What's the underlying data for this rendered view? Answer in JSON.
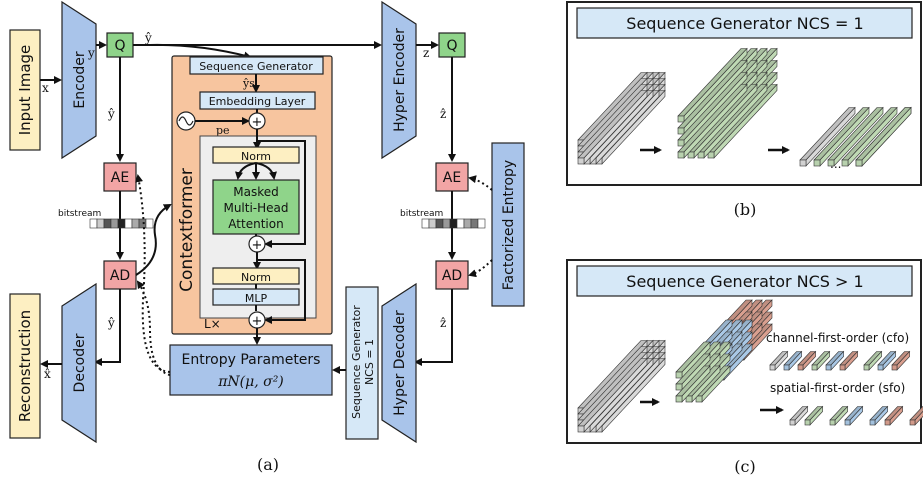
{
  "colors": {
    "blue": "#a9c4ea",
    "yellow": "#fdefc2",
    "red": "#f2a5a5",
    "green": "#8fd48a",
    "orange": "#f7c59f",
    "light_blue": "#d6e8f7",
    "gray": "#eeeeee",
    "cube_green": "#bfd9b4",
    "cube_blue": "#a9c8e6",
    "cube_red": "#d99f8f",
    "cube_gray": "#d9d9d9"
  },
  "panel_a": {
    "input_image": "Input Image",
    "encoder": "Encoder",
    "quantizer": "Q",
    "y": "y",
    "x": "x",
    "y_hat": "ŷ",
    "ae": "AE",
    "ad": "AD",
    "bitstream": "bitstream",
    "decoder": "Decoder",
    "reconstruction": "Reconstruction",
    "x_hat": "x̂",
    "sequence_generator": "Sequence Generator",
    "y_hat_s": "ŷs",
    "embedding_layer": "Embedding Layer",
    "p_e": "pe",
    "plus": "+",
    "contextformer": "Contextformer",
    "norm": "Norm",
    "masked": "Masked",
    "multi_head": "Multi-Head",
    "attention": "Attention",
    "mlp": "MLP",
    "l_times": "L×",
    "entropy_parameters": "Entropy Parameters",
    "entropy_formula": "πN(μ, σ²)",
    "hyper_encoder": "Hyper Encoder",
    "z": "z",
    "z_hat": "ẑ",
    "factorized_entropy": "Factorized Entropy",
    "hyper_decoder": "Hyper Decoder",
    "sg_vertical_line1": "Sequence Generator",
    "sg_vertical_line2": "NCS = 1",
    "caption": "(a)"
  },
  "panel_b": {
    "title": "Sequence Generator NCS = 1",
    "ellipsis": "...",
    "caption": "(b)"
  },
  "panel_c": {
    "title": "Sequence Generator NCS > 1",
    "cfo": "channel-first-order (cfo)",
    "sfo": "spatial-first-order (sfo)",
    "ellipsis": "...",
    "caption": "(c)"
  }
}
